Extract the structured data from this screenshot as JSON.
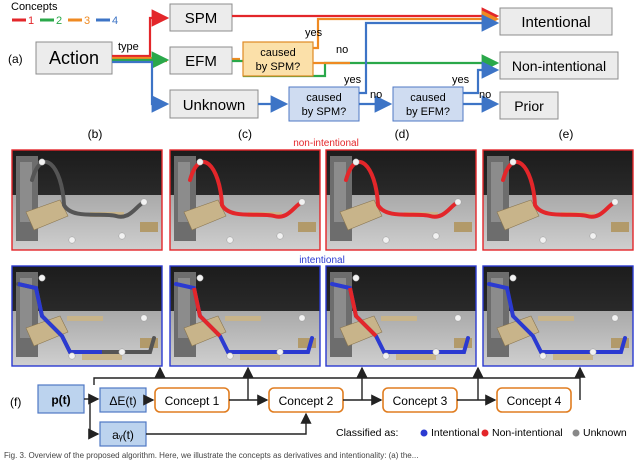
{
  "legend": {
    "title": "Concepts",
    "items": [
      {
        "label": "1",
        "color": "#e3262a"
      },
      {
        "label": "2",
        "color": "#2aa84a"
      },
      {
        "label": "3",
        "color": "#ef8a22"
      },
      {
        "label": "4",
        "color": "#3d74c6"
      }
    ]
  },
  "top": {
    "panel_label": "(a)",
    "action": "Action",
    "type_label": "type",
    "spm": "SPM",
    "efm": "EFM",
    "unknown": "Unknown",
    "caused_spm_orange": [
      "caused",
      "by SPM?"
    ],
    "caused_spm_blue": [
      "caused",
      "by SPM?"
    ],
    "caused_efm_blue": [
      "caused",
      "by EFM?"
    ],
    "intentional": "Intentional",
    "non_intentional": "Non-intentional",
    "prior": "Prior",
    "yes": "yes",
    "no": "no"
  },
  "panels": {
    "labels": [
      "(b)",
      "(c)",
      "(d)",
      "(e)"
    ],
    "row_top_label": "non-intentional",
    "row_bottom_label": "intentional",
    "row_top_color": "#e3262a",
    "row_bottom_color": "#2b3ad1"
  },
  "pipeline": {
    "panel_label": "(f)",
    "p": "p(t)",
    "dE": "ΔE(t)",
    "ay": "aᵧ(t)",
    "concepts": [
      "Concept 1",
      "Concept 2",
      "Concept 3",
      "Concept 4"
    ]
  },
  "classified": {
    "prefix": "Classified as:",
    "items": [
      {
        "label": "Intentional",
        "color": "#2b3ad1"
      },
      {
        "label": "Non-intentional",
        "color": "#e3262a"
      },
      {
        "label": "Unknown",
        "color": "#888888"
      }
    ]
  },
  "caption_fragment": "Fig. 3. Overview of the proposed algorithm. Here, we illustrate the concepts as derivatives and intentionality: (a) the...",
  "colors": {
    "red": "#e3262a",
    "green": "#2aa84a",
    "orange": "#ef8a22",
    "blue": "#3d74c6"
  }
}
